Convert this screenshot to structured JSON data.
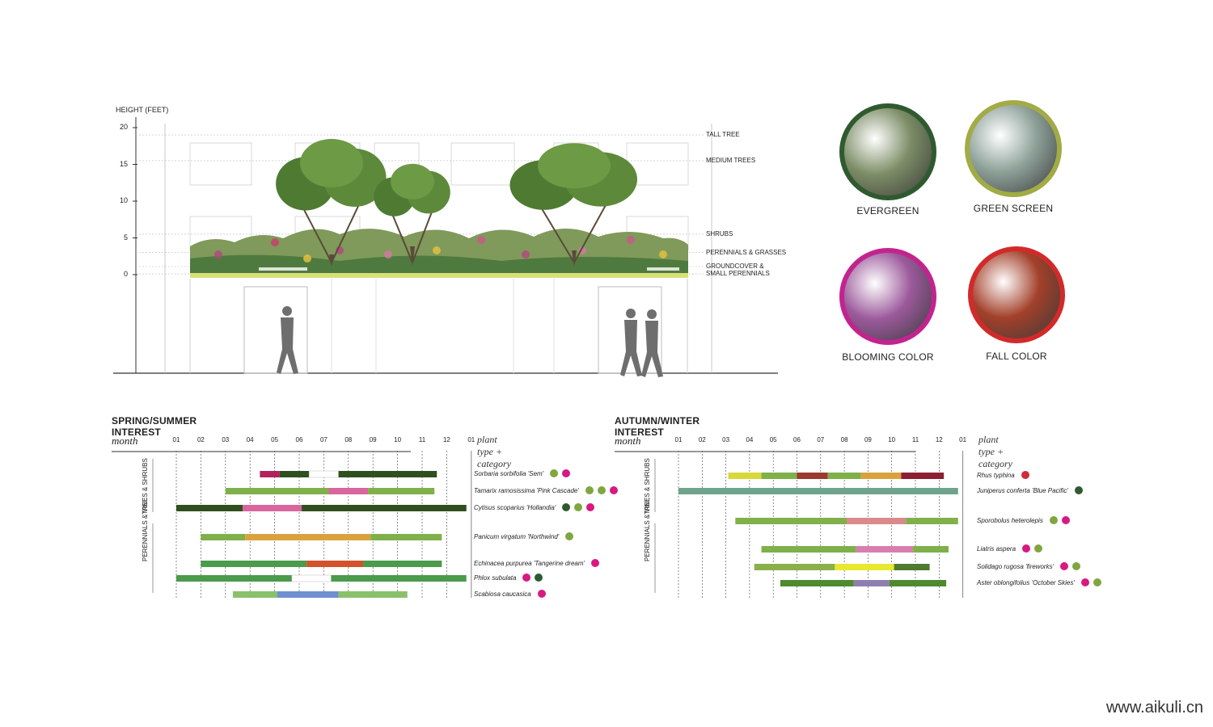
{
  "elevation": {
    "height_axis_label": "HEIGHT (FEET)",
    "ticks": [
      {
        "label": "20",
        "value": 20
      },
      {
        "label": "15",
        "value": 15
      },
      {
        "label": "10",
        "value": 10
      },
      {
        "label": "5",
        "value": 5
      },
      {
        "label": "0",
        "value": 0
      }
    ],
    "tiers": [
      {
        "label": "TALL TREE",
        "value": 19
      },
      {
        "label": "MEDIUM TREES",
        "value": 15.5
      },
      {
        "label": "SHRUBS",
        "value": 5.5
      },
      {
        "label": "PERENNIALS & GRASSES",
        "value": 3
      },
      {
        "label": "GROUNDCOVER &",
        "value": 1.1
      },
      {
        "label": "SMALL PERENNIALS",
        "value": 0.1
      }
    ]
  },
  "swatches": [
    {
      "label": "EVERGREEN",
      "border": "#2f5a2f",
      "fill": "#7c8d66"
    },
    {
      "label": "GREEN SCREEN",
      "border": "#a2ab45",
      "fill": "#8fa29a"
    },
    {
      "label": "BLOOMING COLOR",
      "border": "#c2248f",
      "fill": "#9c5a9c"
    },
    {
      "label": "FALL COLOR",
      "border": "#d22a2a",
      "fill": "#a3402a"
    }
  ],
  "charts": [
    {
      "title": "SPRING/SUMMER INTEREST",
      "month_label": "month",
      "category_label": "plant type + category",
      "months": [
        "01",
        "02",
        "03",
        "04",
        "05",
        "06",
        "07",
        "08",
        "09",
        "10",
        "11",
        "12",
        "01"
      ],
      "groups": [
        {
          "label": "TREES & SHRUBS"
        },
        {
          "label": "PERENNIALS & VINE"
        }
      ],
      "rows": [
        {
          "name": "Sorbaria sorbifolia 'Sem'",
          "dots": [
            "#7fa63f",
            "#d8197f"
          ],
          "segments": [
            [
              3.4,
              4.2,
              "#b0235f"
            ],
            [
              4.2,
              5.4,
              "#2f4f1f"
            ],
            [
              5.4,
              6.6,
              "#ffffff"
            ],
            [
              6.6,
              10.6,
              "#2f4f1f"
            ]
          ]
        },
        {
          "name": "Tamarix ramosissima 'Pink Cascade'",
          "dots": [
            "#7fa63f",
            "#7fa63f",
            "#d8197f"
          ],
          "segments": [
            [
              2.0,
              6.2,
              "#7fb04a"
            ],
            [
              6.2,
              7.8,
              "#d8659d"
            ],
            [
              7.8,
              10.5,
              "#7fb04a"
            ]
          ]
        },
        {
          "name": "Cytisus scoparius 'Hollandia'",
          "dots": [
            "#2f5a2f",
            "#7fa63f",
            "#d8197f"
          ],
          "segments": [
            [
              0,
              2.7,
              "#2f4f1f"
            ],
            [
              2.7,
              5.1,
              "#d8659d"
            ],
            [
              5.1,
              11.8,
              "#2f4f1f"
            ]
          ]
        },
        {
          "name": "Panicum virgatum 'Northwind'",
          "dots": [
            "#7fa63f"
          ],
          "segments": [
            [
              1.0,
              2.8,
              "#7fb04a"
            ],
            [
              2.8,
              7.9,
              "#d9a23c"
            ],
            [
              7.9,
              10.8,
              "#7fb04a"
            ]
          ]
        },
        {
          "name": "Echinacea purpurea 'Tangerine dream'",
          "dots": [
            "#d8197f"
          ],
          "segments": [
            [
              1.0,
              5.3,
              "#4c9a4c"
            ],
            [
              5.3,
              7.6,
              "#d2522b"
            ],
            [
              7.6,
              10.8,
              "#4c9a4c"
            ]
          ]
        },
        {
          "name": "Phlox subulata",
          "dots": [
            "#d8197f",
            "#2f5a2f"
          ],
          "segments": [
            [
              0,
              4.7,
              "#4c9a4c"
            ],
            [
              4.7,
              6.3,
              "#ffffff"
            ],
            [
              6.3,
              11.8,
              "#4c9a4c"
            ]
          ]
        },
        {
          "name": "Scabiosa caucasica",
          "dots": [
            "#d8197f"
          ],
          "segments": [
            [
              2.3,
              4.1,
              "#8ac06a"
            ],
            [
              4.1,
              6.6,
              "#6e8fd0"
            ],
            [
              6.6,
              9.4,
              "#8ac06a"
            ]
          ]
        }
      ]
    },
    {
      "title": "AUTUMN/WINTER INTEREST",
      "month_label": "month",
      "category_label": "plant type + category",
      "months": [
        "01",
        "02",
        "03",
        "04",
        "05",
        "06",
        "07",
        "08",
        "09",
        "10",
        "11",
        "12",
        "01"
      ],
      "groups": [
        {
          "label": "TREES & SHRUBS"
        },
        {
          "label": "PERENNIALS & VINE"
        }
      ],
      "rows": [
        {
          "name": "Rhus typhina",
          "dots": [
            "#cf2d3a"
          ],
          "segments": [
            [
              2.1,
              3.5,
              "#d8d83a"
            ],
            [
              3.5,
              5.0,
              "#7fb04a"
            ],
            [
              5.0,
              6.3,
              "#9c3a2f"
            ],
            [
              6.3,
              7.7,
              "#7fb04a"
            ],
            [
              7.7,
              9.4,
              "#d9a23c"
            ],
            [
              9.4,
              11.2,
              "#8c1f33"
            ]
          ]
        },
        {
          "name": "Juniperus conferta 'Blue Pacific'",
          "dots": [
            "#2f5a2f"
          ],
          "segments": [
            [
              0,
              11.8,
              "#6fa38c"
            ]
          ]
        },
        {
          "name": "Sporobolus heterolepis",
          "dots": [
            "#7fa63f",
            "#d8197f"
          ],
          "segments": [
            [
              2.4,
              7.1,
              "#7fb04a"
            ],
            [
              7.1,
              9.6,
              "#d98a8a"
            ],
            [
              9.6,
              11.8,
              "#7fb04a"
            ]
          ]
        },
        {
          "name": "Liatris aspera",
          "dots": [
            "#d8197f",
            "#7fa63f"
          ],
          "segments": [
            [
              3.5,
              7.5,
              "#7fb04a"
            ],
            [
              7.5,
              9.9,
              "#d87fb0"
            ],
            [
              9.9,
              11.4,
              "#7fb04a"
            ]
          ]
        },
        {
          "name": "Solidago rugosa 'fireworks'",
          "dots": [
            "#d8197f",
            "#7fa63f"
          ],
          "segments": [
            [
              3.2,
              6.6,
              "#8ab04a"
            ],
            [
              6.6,
              9.1,
              "#e8e830"
            ],
            [
              9.1,
              10.6,
              "#4f7a2f"
            ]
          ]
        },
        {
          "name": "Aster oblongifolius 'October Skies'",
          "dots": [
            "#d8197f",
            "#7fa63f"
          ],
          "segments": [
            [
              4.3,
              7.4,
              "#4f8a2f"
            ],
            [
              7.4,
              8.9,
              "#8f7fb0"
            ],
            [
              8.9,
              11.3,
              "#4f8a2f"
            ]
          ]
        }
      ]
    }
  ],
  "watermark": "www.aikuli.cn"
}
